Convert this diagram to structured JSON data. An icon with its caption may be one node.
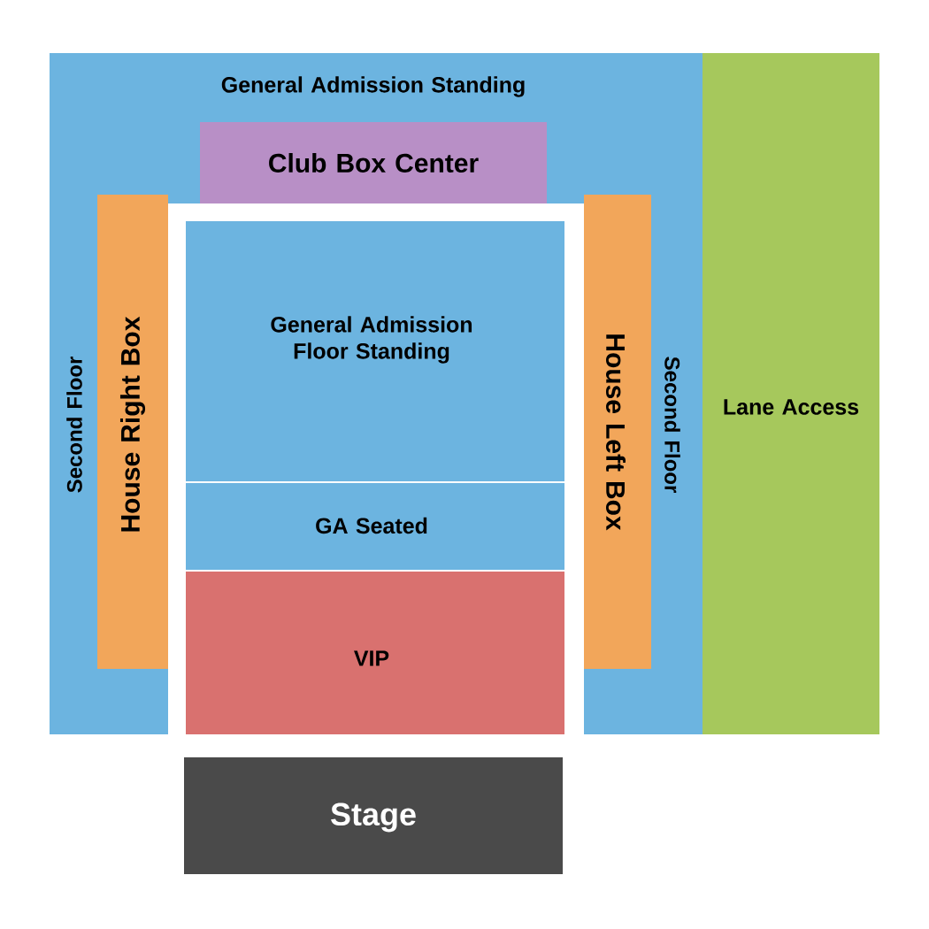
{
  "diagram": {
    "nodes": [
      {
        "text": [
          "General Admission Standing",
          "Second Floor",
          "Second Floor"
        ]
      },
      {
        "text": [
          "Club Box Center"
        ],
        "in": 0
      },
      {
        "text": [
          "House Right Box"
        ],
        "in": 0
      },
      {
        "text": [
          "General Admission Floor Standing"
        ]
      },
      {
        "text": [
          "House Left Box"
        ],
        "in": 0
      },
      {
        "text": [
          "Lane Access"
        ]
      },
      {
        "text": [
          "GA Seated"
        ]
      },
      {
        "text": [
          "VIP"
        ]
      },
      {
        "text": [
          "Stage"
        ]
      }
    ]
  }
}
